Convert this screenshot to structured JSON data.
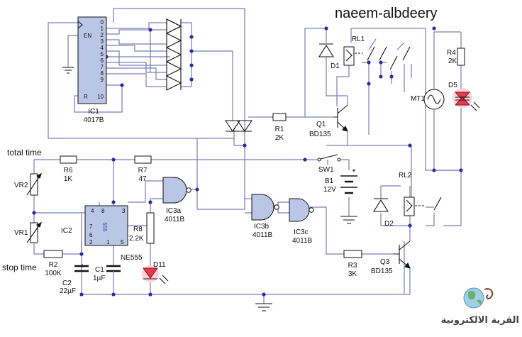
{
  "title": "naeem-albdeery",
  "watermark": {
    "text": "القرية الالكترونية"
  },
  "components": {
    "ic1": {
      "name": "IC1",
      "part": "4017B",
      "pins": [
        "0",
        "1",
        "2",
        "3",
        "4",
        "5",
        "6",
        "7",
        "8",
        "9",
        "EN",
        "R",
        "10"
      ]
    },
    "ic2": {
      "name": "IC2",
      "part": "NE555",
      "chip_label": "555",
      "pins": [
        "4",
        "8",
        "3",
        "7",
        "6",
        "2",
        "1",
        "5"
      ]
    },
    "ic3a": {
      "name": "IC3a",
      "part": "4011B"
    },
    "ic3b": {
      "name": "IC3b",
      "part": "4011B"
    },
    "ic3c": {
      "name": "IC3c",
      "part": "4011B"
    },
    "q1": {
      "name": "Q1",
      "part": "BD135"
    },
    "q3": {
      "name": "Q3",
      "part": "BD135"
    },
    "rl1": {
      "name": "RL1"
    },
    "rl2": {
      "name": "RL2"
    },
    "d1": {
      "name": "D1"
    },
    "d2": {
      "name": "D2"
    },
    "d5": {
      "name": "D5"
    },
    "d11": {
      "name": "D11"
    },
    "r1": {
      "name": "R1",
      "value": "2K"
    },
    "r2": {
      "name": "R2",
      "value": "100K"
    },
    "r3": {
      "name": "R3",
      "value": "3K"
    },
    "r4": {
      "name": "R4",
      "value": "2K"
    },
    "r6": {
      "name": "R6",
      "value": "1K"
    },
    "r7": {
      "name": "R7",
      "value": "47"
    },
    "r8": {
      "name": "R8",
      "value": "2.2K"
    },
    "vr1": {
      "name": "VR1"
    },
    "vr2": {
      "name": "VR2"
    },
    "c1": {
      "name": "C1",
      "value": "1µF"
    },
    "c2": {
      "name": "C2",
      "value": "22µF",
      "polarity": "+"
    },
    "sw1": {
      "name": "SW1"
    },
    "b1": {
      "name": "B1",
      "value": "12V",
      "polarity": "+"
    },
    "mt1": {
      "name": "MT1"
    }
  },
  "labels": {
    "total_time": "total time",
    "stop_time": "stop time"
  }
}
